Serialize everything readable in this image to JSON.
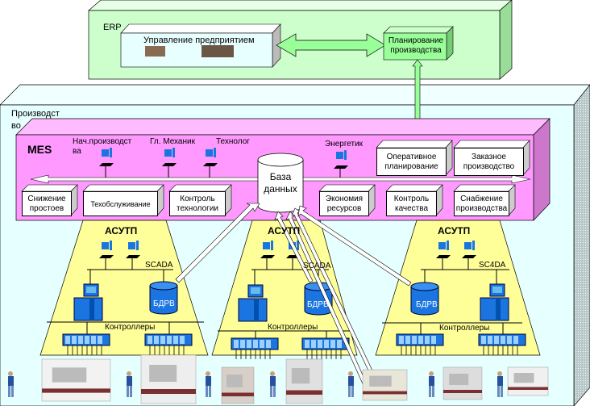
{
  "erp": {
    "label": "ERP",
    "enterprise_management": "Управление предприятием",
    "production_planning": [
      "Планирование",
      "производства"
    ]
  },
  "production": {
    "label": [
      "Производст",
      "во"
    ]
  },
  "mes": {
    "label": "MES",
    "roles": [
      "Нач.производст",
      "ва",
      "Гл. Механик",
      "Технолог",
      "Энергетик"
    ],
    "database": [
      "База",
      "данных"
    ],
    "top_modules": [
      {
        "lines": [
          "Оперативное",
          "планирование"
        ]
      },
      {
        "lines": [
          "Заказное",
          "производство"
        ]
      }
    ],
    "bottom_modules": [
      {
        "lines": [
          "Снижение",
          "простоев"
        ]
      },
      {
        "lines": [
          "Техобслуживание"
        ]
      },
      {
        "lines": [
          "Контроль",
          "технологии"
        ]
      },
      {
        "lines": [
          "Экономия",
          "ресурсов"
        ]
      },
      {
        "lines": [
          "Контроль",
          "качества"
        ]
      },
      {
        "lines": [
          "Снабжение",
          "производства"
        ]
      }
    ]
  },
  "asutp": [
    {
      "title": "АСУТП",
      "scada": "SCADA",
      "db": "БДРВ",
      "controllers": "Контроллеры"
    },
    {
      "title": "АСУТП",
      "scada": "SCADA",
      "db": "БДРВ",
      "controllers": "Контроллеры"
    },
    {
      "title": "АСУТП",
      "scada": "SC4DA",
      "db": "БДРВ",
      "controllers": "Контроллеры"
    }
  ],
  "colors": {
    "erp_bg": "#ccffcc",
    "production_bg": "#e6ffff",
    "mes_bg": "#ff99ff",
    "asutp_bg": "#ffff99",
    "device_blue": "#1a75e0",
    "arrow_green": "#99ff99"
  }
}
